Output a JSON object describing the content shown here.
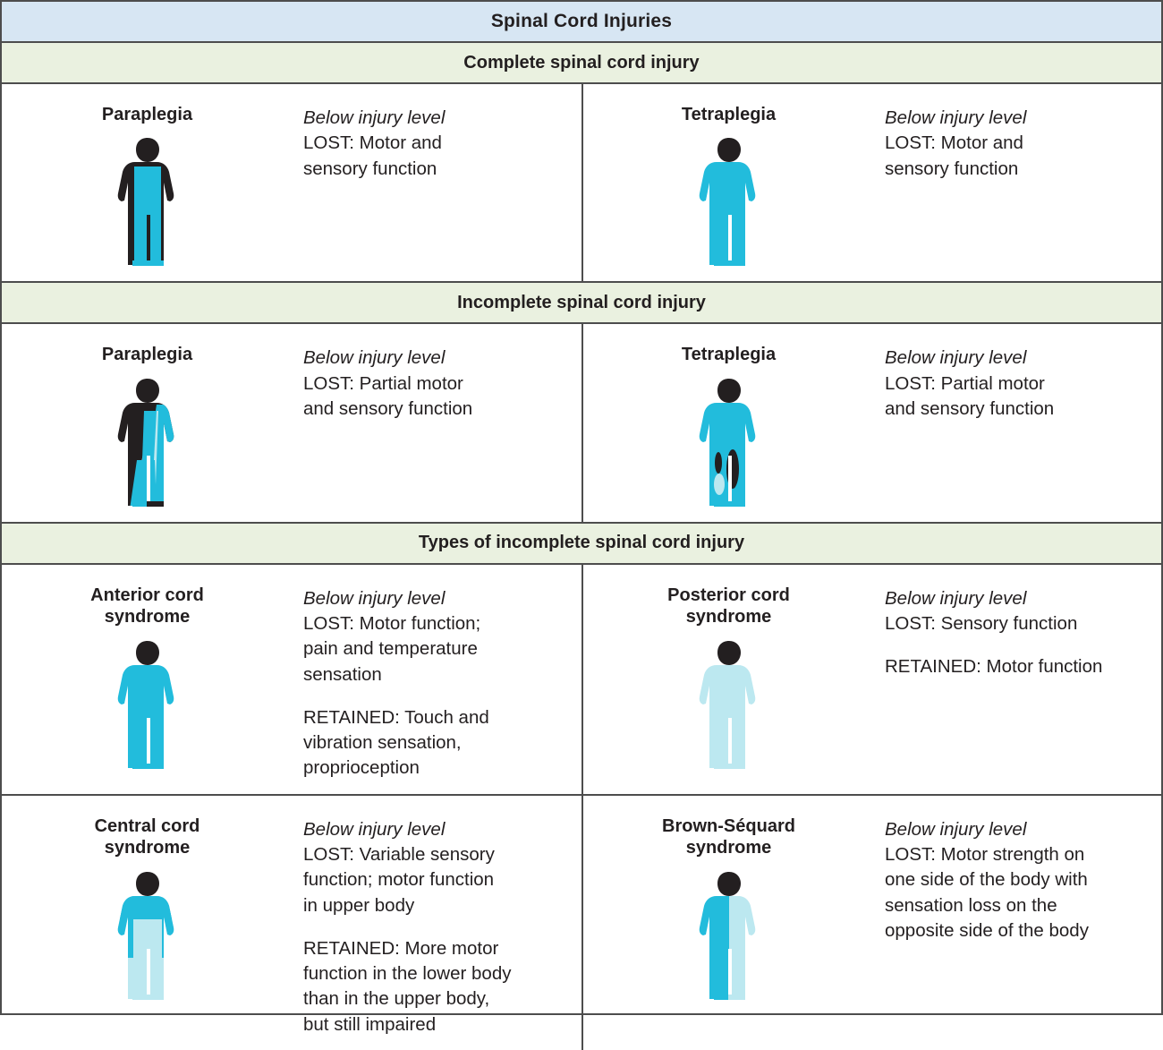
{
  "title": "Spinal Cord Injuries",
  "colors": {
    "title_bar_bg": "#d7e6f3",
    "section_bar_bg": "#eaf1e0",
    "border": "#4d4d4d",
    "cyan": "#22bcdc",
    "light_cyan": "#bce8f0",
    "dark": "#231f20"
  },
  "sections": [
    {
      "heading": "Complete spinal cord injury",
      "cells": [
        {
          "label": "Paraplegia",
          "figure": "figure-paraplegia-complete",
          "blocks": [
            {
              "head": "Below injury level",
              "lines": [
                "LOST: Motor and",
                "sensory function"
              ]
            }
          ]
        },
        {
          "label": "Tetraplegia",
          "figure": "figure-tetraplegia-complete",
          "blocks": [
            {
              "head": "Below injury level",
              "lines": [
                "LOST: Motor and",
                "sensory function"
              ]
            }
          ]
        }
      ]
    },
    {
      "heading": "Incomplete spinal cord injury",
      "cells": [
        {
          "label": "Paraplegia",
          "figure": "figure-paraplegia-incomplete",
          "blocks": [
            {
              "head": "Below injury level",
              "lines": [
                "LOST: Partial motor",
                "and sensory function"
              ]
            }
          ]
        },
        {
          "label": "Tetraplegia",
          "figure": "figure-tetraplegia-incomplete",
          "blocks": [
            {
              "head": "Below injury level",
              "lines": [
                "LOST: Partial motor",
                "and sensory function"
              ]
            }
          ]
        }
      ]
    },
    {
      "heading": "Types of incomplete spinal cord injury",
      "cells": [
        {
          "label": "Anterior cord\nsyndrome",
          "figure": "figure-anterior-cord-syndrome",
          "blocks": [
            {
              "head": "Below injury level",
              "lines": [
                "LOST: Motor function;",
                "pain and temperature",
                "sensation"
              ]
            },
            {
              "head": "",
              "lines": [
                "RETAINED: Touch and",
                "vibration sensation,",
                "proprioception"
              ]
            }
          ]
        },
        {
          "label": "Posterior cord\nsyndrome",
          "figure": "figure-posterior-cord-syndrome",
          "blocks": [
            {
              "head": "Below injury level",
              "lines": [
                "LOST: Sensory function"
              ]
            },
            {
              "head": "",
              "lines": [
                "RETAINED: Motor function"
              ]
            }
          ]
        },
        {
          "label": "Central cord\nsyndrome",
          "figure": "figure-central-cord-syndrome",
          "blocks": [
            {
              "head": "Below injury level",
              "lines": [
                "LOST: Variable sensory",
                "function; motor function",
                "in upper body"
              ]
            },
            {
              "head": "",
              "lines": [
                "RETAINED: More motor",
                "function in the lower body",
                "than in the upper body,",
                "but still impaired"
              ]
            }
          ]
        },
        {
          "label": "Brown-Séquard\nsyndrome",
          "figure": "figure-brown-sequard-syndrome",
          "blocks": [
            {
              "head": "Below injury level",
              "lines": [
                "LOST: Motor strength on",
                "one side of the body with",
                "sensation loss on the",
                "opposite side of the body"
              ]
            }
          ]
        }
      ]
    }
  ]
}
